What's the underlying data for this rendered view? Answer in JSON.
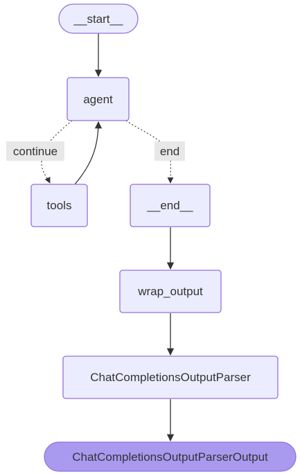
{
  "diagram": {
    "colors": {
      "node_fill": "#ECECFF",
      "node_stroke": "#9370DB",
      "terminal_fill": "#A99AF0",
      "edge": "#333333",
      "edge_label_bg": "#E8E8E8",
      "text": "#333333"
    },
    "nodes": {
      "start": "__start__",
      "agent": "agent",
      "tools": "tools",
      "end": "__end__",
      "wrap_output": "wrap_output",
      "parser": "ChatCompletionsOutputParser",
      "parser_output": "ChatCompletionsOutputParserOutput"
    },
    "edge_labels": {
      "continue": "continue",
      "end": "end"
    },
    "edges": [
      {
        "from": "__start__",
        "to": "agent",
        "style": "solid"
      },
      {
        "from": "agent",
        "to": "tools",
        "style": "dotted",
        "label": "continue"
      },
      {
        "from": "tools",
        "to": "agent",
        "style": "solid"
      },
      {
        "from": "agent",
        "to": "__end__",
        "style": "dotted",
        "label": "end"
      },
      {
        "from": "__end__",
        "to": "wrap_output",
        "style": "solid"
      },
      {
        "from": "wrap_output",
        "to": "ChatCompletionsOutputParser",
        "style": "solid"
      },
      {
        "from": "ChatCompletionsOutputParser",
        "to": "ChatCompletionsOutputParserOutput",
        "style": "solid"
      }
    ]
  }
}
